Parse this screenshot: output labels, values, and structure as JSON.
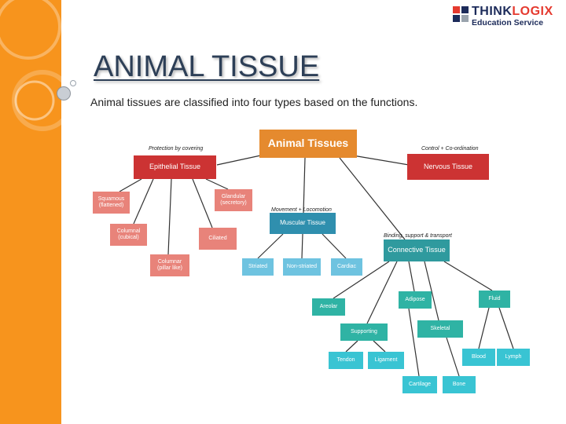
{
  "slide": {
    "title": "ANIMAL TISSUE",
    "subtitle": "Animal tissues are classified into four types based on the functions."
  },
  "logo": {
    "brand_part1": "THINK",
    "brand_part2": "LOGIX",
    "tagline": "Education Service",
    "brand_colors": {
      "navy": "#1c2b5a",
      "red": "#e53a2f"
    }
  },
  "colors": {
    "sidebar_orange": "#f7941d",
    "root": "#e58a2e",
    "red": "#cc3333",
    "salmon": "#e8837a",
    "blue": "#2f8fae",
    "lightblue": "#6ec3e0",
    "teal": "#2fb3a4",
    "cyan": "#39c4d3"
  },
  "diagram": {
    "root": "Animal Tissues",
    "edge_labels": {
      "epithelial": "Protection by covering",
      "nervous": "Control + Co-ordination",
      "muscular": "Movement + Locomotion",
      "connective": "Binding, support & transport"
    },
    "nodes": {
      "epithelial": "Epithelial Tissue",
      "nervous": "Nervous Tissue",
      "muscular": "Muscular Tissue",
      "connective": "Connective Tissue",
      "squamous": "Squamous (flattened)",
      "columnar_cubical": "Columnal (cubical)",
      "columnar_pillar": "Columnar (pillar like)",
      "glandular": "Glandular (secretory)",
      "ciliated": "Ciliated",
      "striated": "Striated",
      "non_striated": "Non-striated",
      "cardiac": "Cardiac",
      "areolar": "Areolar",
      "adipose": "Adipose",
      "fluid": "Fluid",
      "supporting": "Supporting",
      "skeletal": "Skeletal",
      "tendon": "Tendon",
      "ligament": "Ligament",
      "cartilage": "Cartilage",
      "bone": "Bone",
      "blood": "Blood",
      "lymph": "Lymph"
    }
  }
}
